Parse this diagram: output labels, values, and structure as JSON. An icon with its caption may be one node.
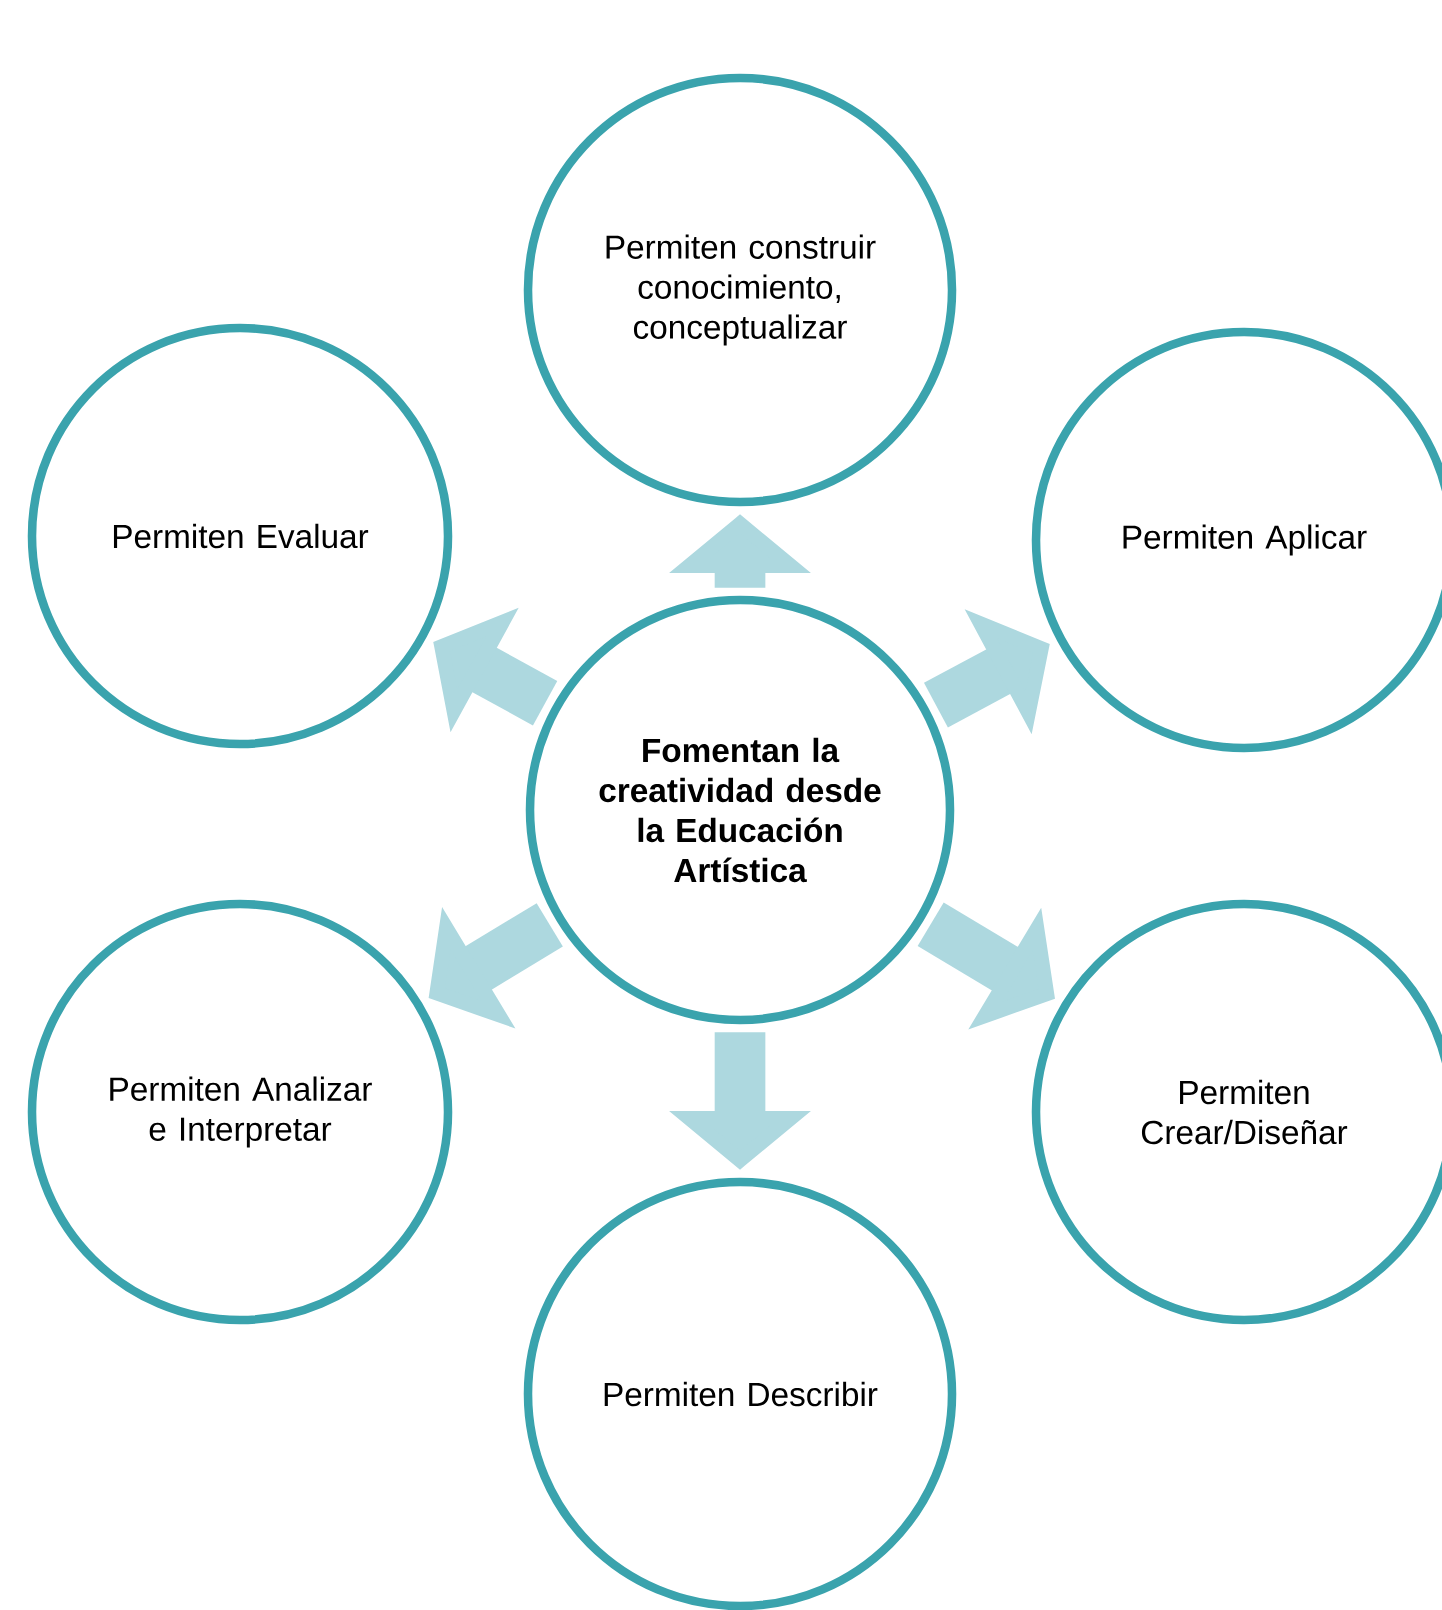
{
  "diagram": {
    "nodes": [
      {
        "text": [
          "Permiten construir conocimiento, conceptualizar"
        ]
      },
      {
        "text": [
          "Permiten Evaluar"
        ]
      },
      {
        "text": [
          "Permiten Aplicar"
        ]
      },
      {
        "text": [
          "Fomentan la creatividad desde la Educación Artística"
        ]
      },
      {
        "text": [
          "Permiten Analizar e Interpretar"
        ]
      },
      {
        "text": [
          "Permiten Crear/Diseñar"
        ]
      },
      {
        "text": [
          "Permiten Describir"
        ]
      }
    ],
    "edges": [
      {
        "from": 3,
        "to": 0,
        "arrow": "to"
      },
      {
        "from": 3,
        "to": 1,
        "arrow": "to"
      },
      {
        "from": 3,
        "to": 2,
        "arrow": "to"
      },
      {
        "from": 3,
        "to": 4,
        "arrow": "to"
      },
      {
        "from": 3,
        "to": 5,
        "arrow": "to"
      },
      {
        "from": 3,
        "to": 6,
        "arrow": "to"
      }
    ]
  }
}
